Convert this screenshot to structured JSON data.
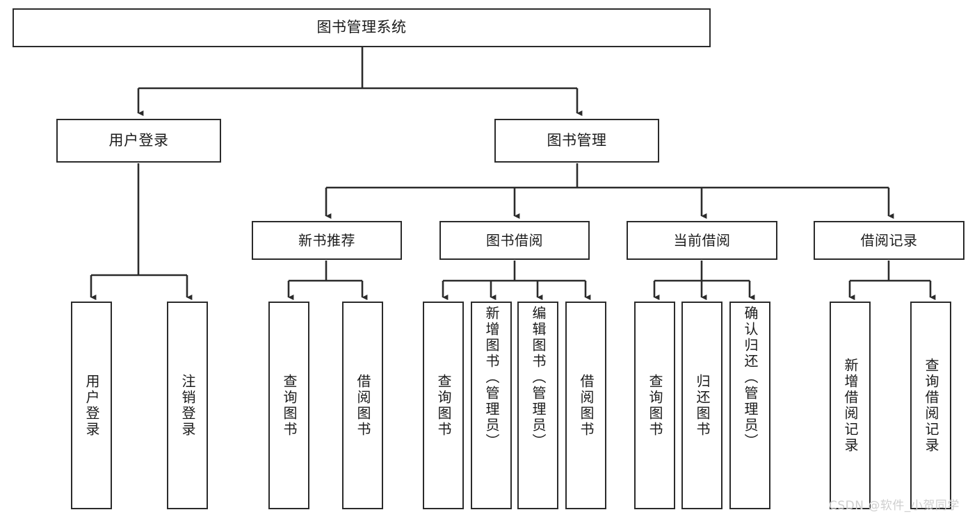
{
  "diagram": {
    "title": "图书管理系统",
    "type": "tree",
    "watermark": "CSDN @软件_小贺同学",
    "colors": {
      "box_border": "#2b2b2b",
      "box_fill": "#ffffff",
      "edge": "#2b2b2b",
      "text": "#1b1b1b",
      "watermark": "#cfcfcf",
      "background": "#ffffff"
    },
    "root": {
      "id": "root",
      "label": "图书管理系统"
    },
    "level2": [
      {
        "id": "user-login",
        "label": "用户登录"
      },
      {
        "id": "book-manage",
        "label": "图书管理"
      }
    ],
    "level3": [
      {
        "id": "new-book-recommend",
        "label": "新书推荐"
      },
      {
        "id": "book-borrow",
        "label": "图书借阅"
      },
      {
        "id": "current-borrow",
        "label": "当前借阅"
      },
      {
        "id": "borrow-record",
        "label": "借阅记录"
      }
    ],
    "leaves": {
      "user_login": [
        {
          "id": "leaf-user-login",
          "label": "用户登录"
        },
        {
          "id": "leaf-logout",
          "label": "注销登录"
        }
      ],
      "new_book_recommend": [
        {
          "id": "leaf-query-book-1",
          "label": "查询图书"
        },
        {
          "id": "leaf-borrow-book-1",
          "label": "借阅图书"
        }
      ],
      "book_borrow": [
        {
          "id": "leaf-query-book-2",
          "label": "查询图书"
        },
        {
          "id": "leaf-add-book",
          "label": "新增图书（管理员）"
        },
        {
          "id": "leaf-edit-book",
          "label": "编辑图书（管理员）"
        },
        {
          "id": "leaf-borrow-book-2",
          "label": "借阅图书"
        }
      ],
      "current_borrow": [
        {
          "id": "leaf-query-book-3",
          "label": "查询图书"
        },
        {
          "id": "leaf-return-book",
          "label": "归还图书"
        },
        {
          "id": "leaf-confirm-return",
          "label": "确认归还（管理员）"
        }
      ],
      "borrow_record": [
        {
          "id": "leaf-add-record",
          "label": "新增借阅记录"
        },
        {
          "id": "leaf-query-record",
          "label": "查询借阅记录"
        }
      ]
    }
  }
}
